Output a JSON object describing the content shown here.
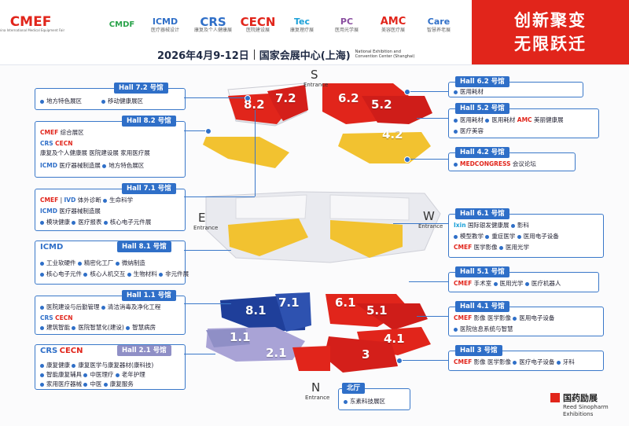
{
  "header": {
    "logos": [
      {
        "name": "CMEF",
        "sub": "China International Medical Equipment Fair",
        "color": "#e1251b"
      },
      {
        "name": "CMDF",
        "sub": "",
        "color": "#2aa34a"
      },
      {
        "name": "ICMD",
        "sub": "医疗器械设计",
        "color": "#2f6fc8"
      },
      {
        "name": "CRS",
        "sub": "康复及个人健康展",
        "color": "#2f6fc8"
      },
      {
        "name": "CECN",
        "sub": "医院建设展",
        "color": "#e1251b"
      },
      {
        "name": "Tec",
        "sub": "康复理疗展",
        "color": "#1aa0d8"
      },
      {
        "name": "PC",
        "sub": "医用光学展",
        "color": "#8a4ea0"
      },
      {
        "name": "AMC",
        "sub": "美容医疗展",
        "color": "#e1251b"
      },
      {
        "name": "Care",
        "sub": "智慧养老展",
        "color": "#2f6fc8"
      }
    ],
    "date": "2026年4月9-12日",
    "venue": "国家会展中心(上海)",
    "venue_en_1": "National Exhibition and",
    "venue_en_2": "Convention Center (Shanghai)",
    "slogan_1": "创新聚变",
    "slogan_2": "无限跃迁"
  },
  "map": {
    "directions": {
      "north": "N",
      "south": "S",
      "east": "E",
      "west": "W"
    },
    "entrance": "Entrance",
    "halls": [
      "8.2",
      "7.2",
      "6.2",
      "5.2",
      "4.2",
      "8.1",
      "7.1",
      "6.1",
      "5.1",
      "4.1",
      "3",
      "1.1",
      "2.1"
    ],
    "north_hall_label": "北厅",
    "north_hall_item": "东素科技展区"
  },
  "left_panels": {
    "p72": {
      "title": "Hall 7.2 号馆",
      "items": [
        "地方特色展区",
        "移动健康展区"
      ]
    },
    "p82": {
      "title": "Hall 8.2 号馆",
      "brand1": "CMEF",
      "item1": "综合展区",
      "brand2": "CRS",
      "brand3": "CECN",
      "item2a": "康复及个人健康展",
      "item2b": "医院建设展",
      "item2c": "家用医疗展",
      "brand4": "ICMD",
      "item3a": "医疗器械制造展",
      "item3b": "地方特色展区"
    },
    "p71": {
      "title": "Hall 7.1 号馆",
      "brand1": "CMEF",
      "brand2": "IVD",
      "item1a": "体外诊断",
      "item1b": "生命科学",
      "brand3": "ICMD",
      "item2": "医疗器械制造展",
      "item3a": "模块健康",
      "item3b": "医疗报表",
      "item3c": "核心电子元件展"
    },
    "p81": {
      "title": "Hall 8.1 号馆",
      "brand": "ICMD",
      "items": [
        "工业软硬件",
        "精密化工厂",
        "微纳制造",
        "核心电子元件",
        "核心人机交互",
        "生物材料",
        "非元件展"
      ]
    },
    "p11": {
      "title": "Hall 1.1 号馆",
      "item1a": "医院建设与后勤管理",
      "item1b": "清洁消毒及净化工程",
      "brand1": "CRS",
      "brand2": "CECN",
      "item2a": "建筑智能",
      "item2b": "医院智慧化(建设)",
      "item2c": "智慧病房"
    },
    "p21": {
      "title": "Hall 2.1 号馆",
      "brand1": "CRS",
      "brand2": "CECN",
      "items": [
        "康复健康",
        "康复医学与康复器材(康科技)",
        "智能康复辅具",
        "中医理疗",
        "老年护理",
        "家用医疗器械",
        "中医",
        "康复服务"
      ]
    }
  },
  "right_panels": {
    "p62": {
      "title": "Hall 6.2 号馆",
      "items": [
        "医用耗材"
      ]
    },
    "p52": {
      "title": "Hall 5.2 号馆",
      "items": [
        "医用耗材",
        "医用耗材",
        "美丽健康展",
        "医疗美容"
      ],
      "brand": "AMC"
    },
    "p42": {
      "title": "Hall 4.2 号馆",
      "brand": "MEDCONGRESS",
      "item": "会议论坛"
    },
    "p61": {
      "title": "Hall 6.1 号馆",
      "brand1": "Ixin",
      "item1a": "国际银发健康展",
      "item1b": "影科",
      "item2a": "模型教学",
      "item2b": "重症医学",
      "item2c": "医用电子设备",
      "brand2": "CMEF",
      "item3a": "医学影像",
      "item3b": "医用光学"
    },
    "p51": {
      "title": "Hall 5.1 号馆",
      "brand": "CMEF",
      "items": [
        "手术室",
        "医用光学",
        "医疗机器人"
      ]
    },
    "p41": {
      "title": "Hall 4.1 号馆",
      "brand": "CMEF",
      "items": [
        "影像",
        "医学影像",
        "医用电子设备",
        "医院信息系统与智慧"
      ]
    },
    "p3": {
      "title": "Hall 3 号馆",
      "brand": "CMEF",
      "items": [
        "影像",
        "医学影像",
        "医疗电子设备",
        "牙科"
      ]
    }
  },
  "footer_logo": {
    "cn": "国药励展",
    "en_1": "Reed Sinopharm",
    "en_2": "Exhibitions"
  },
  "colors": {
    "red": "#e1251b",
    "blue": "#2f6fc8",
    "navy": "#1f3f9a",
    "lavender": "#a9a3d6",
    "yellow": "#f2c230",
    "grey": "#cfcfd6"
  }
}
